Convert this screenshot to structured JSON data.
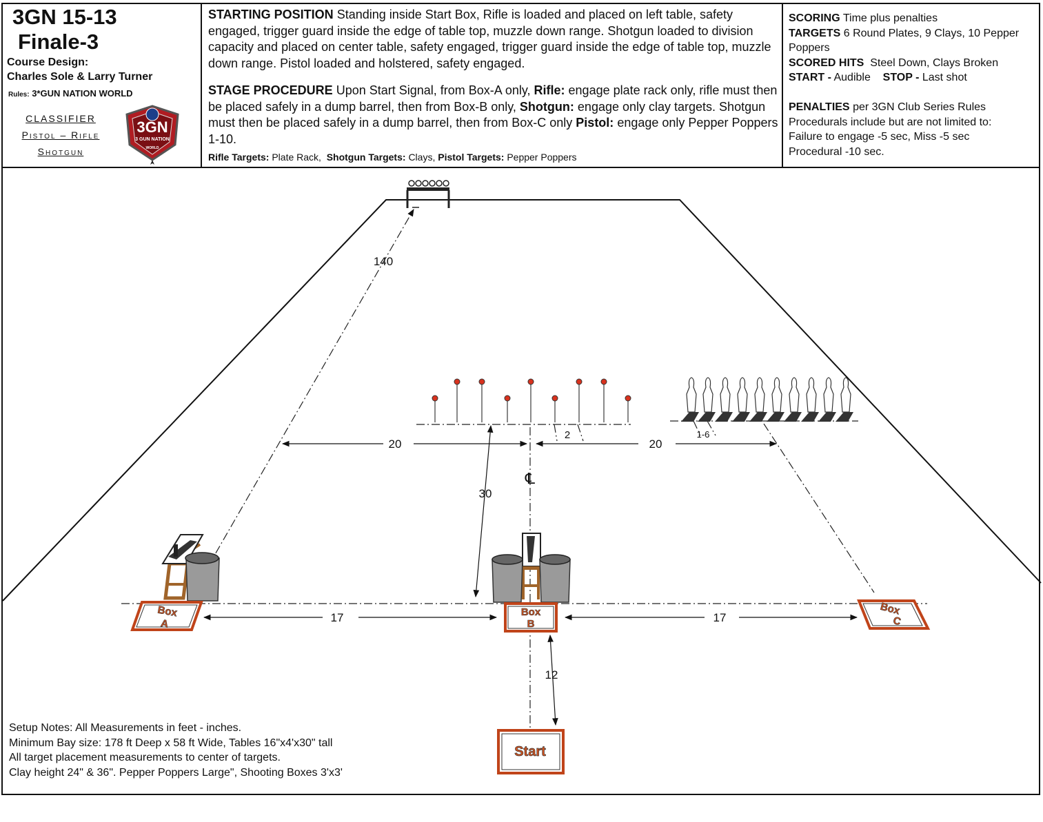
{
  "header": {
    "title": "3GN 15-13",
    "subtitle": "Finale-3",
    "course_design_label": "Course Design:",
    "designers": "Charles Sole & Larry Turner",
    "rules_label": "Rules:",
    "rules_value": "3*GUN NATION WORLD",
    "classifier": [
      "CLASSIFIER",
      "Pistol – Rifle",
      "Shotgun"
    ],
    "logo_text": [
      "3GN",
      "3 GUN NATION",
      "WORLD"
    ]
  },
  "starting_position": {
    "label": "STARTING POSITION",
    "text": "Standing inside Start Box, Rifle is loaded and placed on left table, safety engaged, trigger guard inside the edge of table top, muzzle down range. Shotgun loaded to division capacity and placed on center table, safety engaged, trigger guard inside the edge of table top, muzzle down range. Pistol loaded and holstered, safety engaged."
  },
  "stage_procedure": {
    "label": "STAGE PROCEDURE",
    "t1": "Upon Start Signal, from Box-A only,",
    "rifle": "Rifle:",
    "t2": "engage plate rack only, rifle must then be placed safely in a dump barrel, then from Box-B only,",
    "shotgun": "Shotgun:",
    "t3": "engage only clay targets. Shotgun must then be placed safely in a dump barrel, then from Box-C only",
    "pistol": "Pistol:",
    "t4": "engage only Pepper Poppers 1-10."
  },
  "targets_line": {
    "rifle_label": "Rifle Targets:",
    "rifle": "Plate Rack,",
    "shotgun_label": "Shotgun Targets:",
    "shotgun": "Clays,",
    "pistol_label": "Pistol Targets:",
    "pistol": "Pepper Poppers"
  },
  "scoring": {
    "scoring_label": "SCORING",
    "scoring": "Time plus penalties",
    "targets_label": "TARGETS",
    "targets": "6 Round Plates, 9 Clays, 10 Pepper Poppers",
    "hits_label": "SCORED HITS",
    "hits": "Steel Down, Clays Broken",
    "start_label": "START -",
    "start": "Audible",
    "stop_label": "STOP -",
    "stop": "Last shot",
    "penalties_label": "PENALTIES",
    "penalties": "per 3GN Club Series Rules",
    "penalties_lines": [
      "Procedurals include but are not limited to:",
      "Failure to engage -5 sec, Miss -5 sec",
      "Procedural -10 sec."
    ]
  },
  "diagram": {
    "d140": "140",
    "d20a": "20",
    "d20b": "20",
    "d2": "2",
    "d16": "1-6",
    "d30": "30",
    "d17a": "17",
    "d17b": "17",
    "d12": "12",
    "centerline": "℄",
    "box_a": [
      "Box",
      "A"
    ],
    "box_b": [
      "Box",
      "B"
    ],
    "box_c": [
      "Box",
      "C"
    ],
    "start": "Start"
  },
  "setup_notes": [
    "Setup Notes: All Measurements in feet - inches.",
    "Minimum Bay size: 178 ft Deep x 58 ft Wide, Tables 16\"x4'x30\" tall",
    "All target placement measurements to center of targets.",
    "Clay height 24\" & 36\". Pepper Poppers Large\", Shooting Boxes 3'x3'"
  ],
  "colors": {
    "box_border": "#c0441a",
    "box_text": "#d4541f",
    "clay": "#d8321e",
    "barrel": "#9a9a9a",
    "wood": "#a0642a"
  }
}
